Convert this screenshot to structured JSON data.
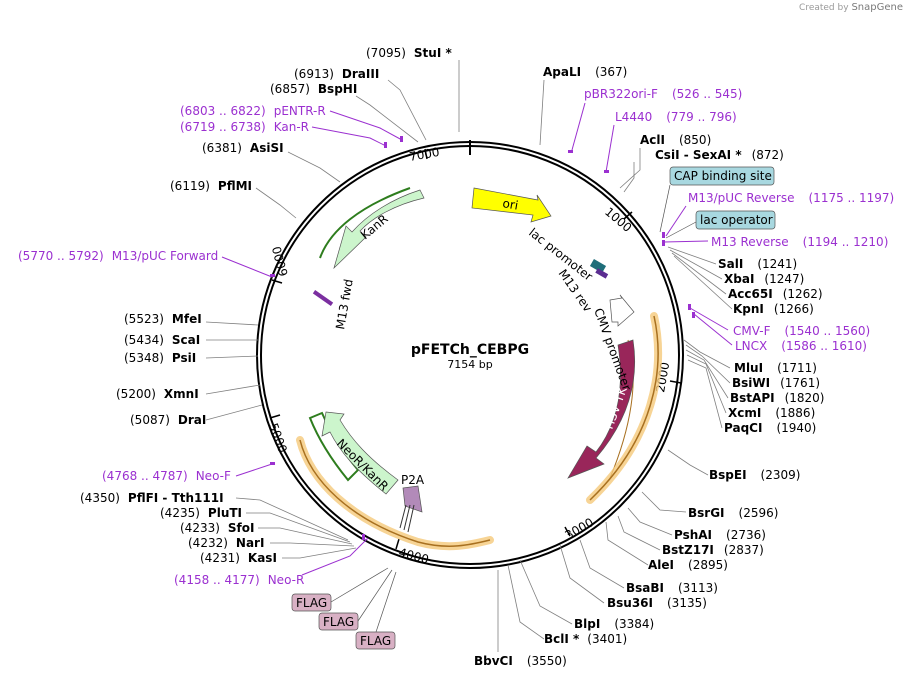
{
  "header": {
    "credit_prefix": "Created by",
    "credit_brand": "SnapGene"
  },
  "plasmid": {
    "name": "pFETCh_CEBPG",
    "size": "7154 bp"
  },
  "ticks": [
    "1000",
    "2000",
    "3000",
    "4000",
    "5000",
    "6000",
    "7000"
  ],
  "enzymes": [
    {
      "name": "StuI *",
      "pos": "(7095)"
    },
    {
      "name": "DraIII",
      "pos": "(6913)"
    },
    {
      "name": "BspHI",
      "pos": "(6857)"
    },
    {
      "name": "AsiSI",
      "pos": "(6381)"
    },
    {
      "name": "PflMI",
      "pos": "(6119)"
    },
    {
      "name": "MfeI",
      "pos": "(5523)"
    },
    {
      "name": "ScaI",
      "pos": "(5434)"
    },
    {
      "name": "PsiI",
      "pos": "(5348)"
    },
    {
      "name": "XmnI",
      "pos": "(5200)"
    },
    {
      "name": "DraI",
      "pos": "(5087)"
    },
    {
      "name": "PflFI  -  Tth111I",
      "pos": "(4350)"
    },
    {
      "name": "PluTI",
      "pos": "(4235)"
    },
    {
      "name": "SfoI",
      "pos": "(4233)"
    },
    {
      "name": "NarI",
      "pos": "(4232)"
    },
    {
      "name": "KasI",
      "pos": "(4231)"
    },
    {
      "name": "ApaLI",
      "pos": "(367)"
    },
    {
      "name": "AclI",
      "pos": "(850)"
    },
    {
      "name": "CsiI  -  SexAI *",
      "pos": "(872)"
    },
    {
      "name": "SalI",
      "pos": "(1241)"
    },
    {
      "name": "XbaI",
      "pos": "(1247)"
    },
    {
      "name": "Acc65I",
      "pos": "(1262)"
    },
    {
      "name": "KpnI",
      "pos": "(1266)"
    },
    {
      "name": "MluI",
      "pos": "(1711)"
    },
    {
      "name": "BsiWI",
      "pos": "(1761)"
    },
    {
      "name": "BstAPI",
      "pos": "(1820)"
    },
    {
      "name": "XcmI",
      "pos": "(1886)"
    },
    {
      "name": "PaqCI",
      "pos": "(1940)"
    },
    {
      "name": "BspEI",
      "pos": "(2309)"
    },
    {
      "name": "BsrGI",
      "pos": "(2596)"
    },
    {
      "name": "PshAI",
      "pos": "(2736)"
    },
    {
      "name": "BstZ17I",
      "pos": "(2837)"
    },
    {
      "name": "AleI",
      "pos": "(2895)"
    },
    {
      "name": "BsaBI",
      "pos": "(3113)"
    },
    {
      "name": "Bsu36I",
      "pos": "(3135)"
    },
    {
      "name": "BlpI",
      "pos": "(3384)"
    },
    {
      "name": "BclI *",
      "pos": "(3401)"
    },
    {
      "name": "BbvCI",
      "pos": "(3550)"
    }
  ],
  "primers": [
    {
      "name": "pENTR-R",
      "range": "(6803 .. 6822)"
    },
    {
      "name": "Kan-R",
      "range": "(6719 .. 6738)"
    },
    {
      "name": "M13/pUC Forward",
      "range": "(5770 .. 5792)"
    },
    {
      "name": "Neo-F",
      "range": "(4768 .. 4787)"
    },
    {
      "name": "Neo-R",
      "range": "(4158 .. 4177)"
    },
    {
      "name": "pBR322ori-F",
      "range": "(526 .. 545)"
    },
    {
      "name": "L4440",
      "range": "(779 .. 796)"
    },
    {
      "name": "M13/pUC Reverse",
      "range": "(1175 .. 1197)"
    },
    {
      "name": "M13 Reverse",
      "range": "(1194 .. 1210)"
    },
    {
      "name": "CMV-F",
      "range": "(1540 .. 1560)"
    },
    {
      "name": "LNCX",
      "range": "(1586 .. 1610)"
    }
  ],
  "boxed_features": [
    "CAP binding site",
    "lac operator",
    "FLAG",
    "FLAG",
    "FLAG"
  ],
  "features": {
    "ori": "ori",
    "kanr": "KanR",
    "neor": "NeoR/KanR",
    "hsvtk": "HSV TK",
    "cmv": "CMV promoter",
    "lac": "lac promoter",
    "m13rev": "M13 rev",
    "m13fwd": "M13 fwd",
    "p2a": "P2A"
  },
  "colors": {
    "ori": "#ffff00",
    "kanr": "#ccf5cc",
    "hsvtk": "#99265a",
    "cap_box": "#a8d8e0",
    "flag_box": "#d8b0c4",
    "primer": "#9b30d0",
    "orf_highlight": "#f5c97a"
  }
}
